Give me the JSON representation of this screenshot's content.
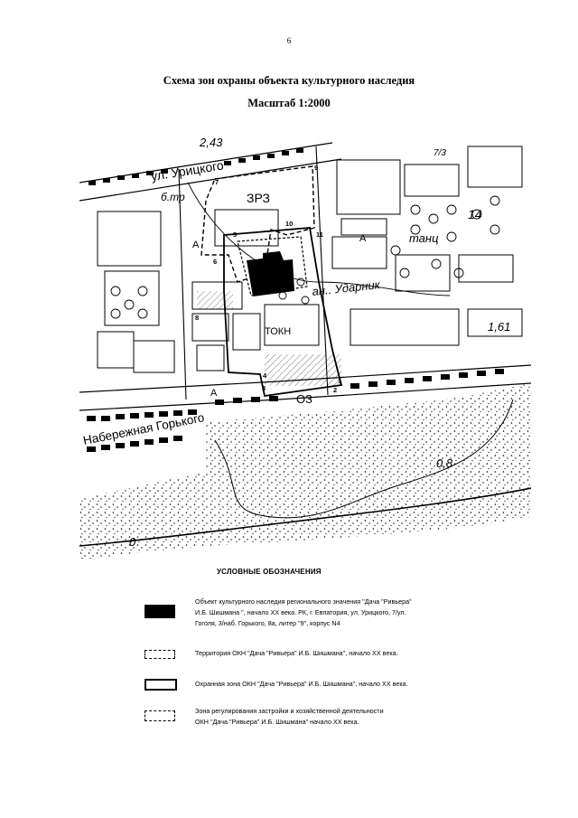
{
  "page_number": "6",
  "title": "Схема зон охраны объекта культурного наследия",
  "scale": "Масштаб 1:2000",
  "map": {
    "labels": {
      "street_uritskogo": "ул. Урицкого",
      "street_naberezhnaya": "Набережная Горького",
      "zone_zrz": "ЗРЗ",
      "zone_oz": "ОЗ",
      "elev_243": "2,43",
      "elev_14": "14",
      "elev_161": "1,61",
      "elev_08": "0,8",
      "elev_0": "0",
      "house_73": "7/3",
      "lbl_btr": "б.тр",
      "lbl_tanc": "танц",
      "lbl_udarnik": "ан.. Ударник",
      "lbl_tokn": "ТОКН",
      "lbl_a1": "А",
      "lbl_a2": "А",
      "lbl_a3": "А",
      "pt_1": "1",
      "pt_2": "2",
      "pt_3": "3",
      "pt_4": "4",
      "pt_5": "5",
      "pt_6": "6",
      "pt_7": "7",
      "pt_8": "8",
      "pt_9": "9",
      "pt_10": "10",
      "pt_11": "11"
    }
  },
  "legend": {
    "title": "УСЛОВНЫЕ ОБОЗНАЧЕНИЯ",
    "items": [
      {
        "line1": "Объект культурного наследия регионального значения \"Дача \"Ривьера\"",
        "line2": "И.Б. Шишмана \", начало XX века. РК, г. Евпатория, ул. Урицкого, 7/ул.",
        "line3": "Гоголя, 3/наб. Горького, 8а, литер \"9\", корпус N4"
      },
      {
        "line1": "Территория  ОКН  \"Дача \"Ривьера\" И.Б. Шишмана\", начало XX века."
      },
      {
        "line1": "Охранная зона ОКН  \"Дача \"Ривьера\" И.Б. Шишмана\", начало XX века."
      },
      {
        "line1": "Зона регулирования застройки и хозяйственной деятельности",
        "line2": "ОКН  \"Дача \"Ривьера\" И.Б. Шишмана\" начало XX века."
      }
    ]
  }
}
